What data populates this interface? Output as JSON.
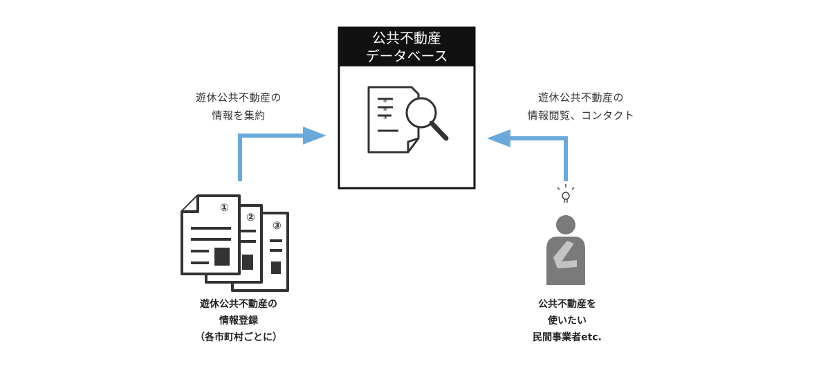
{
  "colors": {
    "arrow": "#6aa9d9",
    "box_border": "#111111",
    "header_bg": "#111111",
    "icon_stroke": "#333333",
    "person_fill": "#7a7a7a"
  },
  "database": {
    "title_line1": "公共不動産",
    "title_line2": "データベース",
    "icon": "document-search-icon",
    "list_marks": [
      "①",
      "②",
      "③"
    ]
  },
  "left_note": {
    "line1": "遊休公共不動産の",
    "line2": "情報を集約"
  },
  "right_note": {
    "line1": "遊休公共不動産の",
    "line2": "情報閲覧、コンタクト"
  },
  "documents": {
    "icon": "documents-icon",
    "marks": [
      "①",
      "②",
      "③"
    ],
    "caption_line1": "遊休公共不動産の",
    "caption_line2": "情報登録",
    "caption_line3": "（各市町村ごとに）"
  },
  "person": {
    "icon": "thinking-person-icon",
    "idea_icon": "lightbulb-icon",
    "caption_line1": "公共不動産を",
    "caption_line2": "使いたい",
    "caption_line3": "民間事業者etc."
  }
}
